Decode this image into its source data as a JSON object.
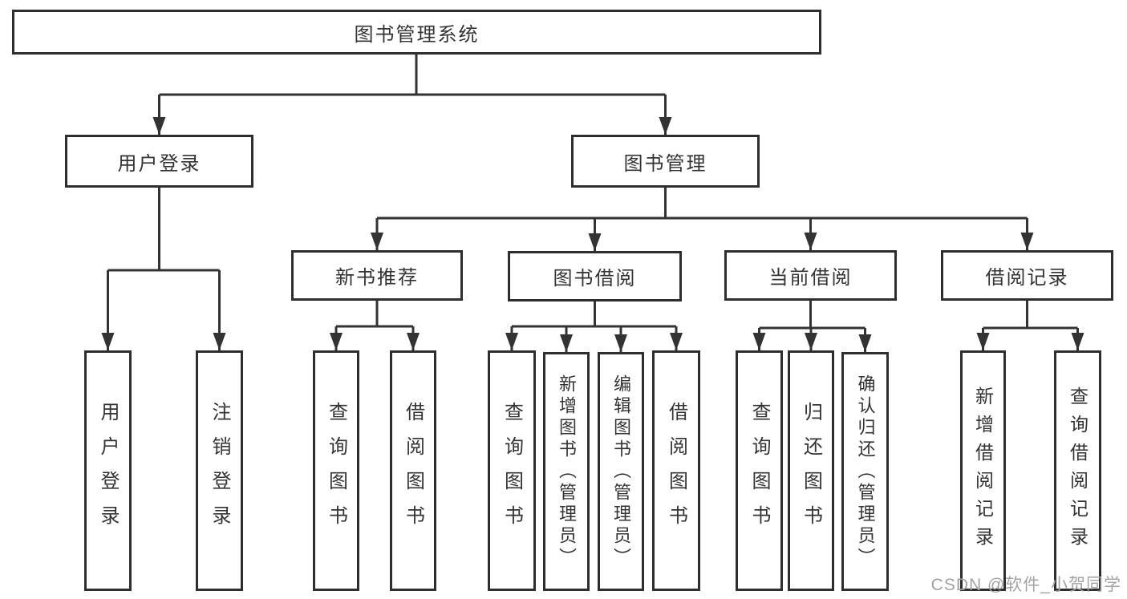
{
  "diagram": {
    "root": {
      "label": "图书管理系统"
    },
    "level2": [
      {
        "label": "用户登录"
      },
      {
        "label": "图书管理"
      }
    ],
    "level3": [
      {
        "label": "新书推荐"
      },
      {
        "label": "图书借阅"
      },
      {
        "label": "当前借阅"
      },
      {
        "label": "借阅记录"
      }
    ],
    "leaves": {
      "user_login": [
        {
          "label": "用户登录"
        },
        {
          "label": "注销登录"
        }
      ],
      "new_book": [
        {
          "label": "查询图书"
        },
        {
          "label": "借阅图书"
        }
      ],
      "book_borrow": [
        {
          "label": "查询图书"
        },
        {
          "label": "新增图书（管理员）"
        },
        {
          "label": "编辑图书（管理员）"
        },
        {
          "label": "借阅图书"
        }
      ],
      "current_borrow": [
        {
          "label": "查询图书"
        },
        {
          "label": "归还图书"
        },
        {
          "label": "确认归还（管理员）"
        }
      ],
      "borrow_records": [
        {
          "label": "新增借阅记录"
        },
        {
          "label": "查询借阅记录"
        }
      ]
    },
    "watermark": "CSDN @软件_小贺同学",
    "colors": {
      "line": "#333333",
      "box_border": "#2e2e2e",
      "text": "#333333",
      "watermark": "#a3a3a3",
      "background": "#ffffff"
    }
  }
}
